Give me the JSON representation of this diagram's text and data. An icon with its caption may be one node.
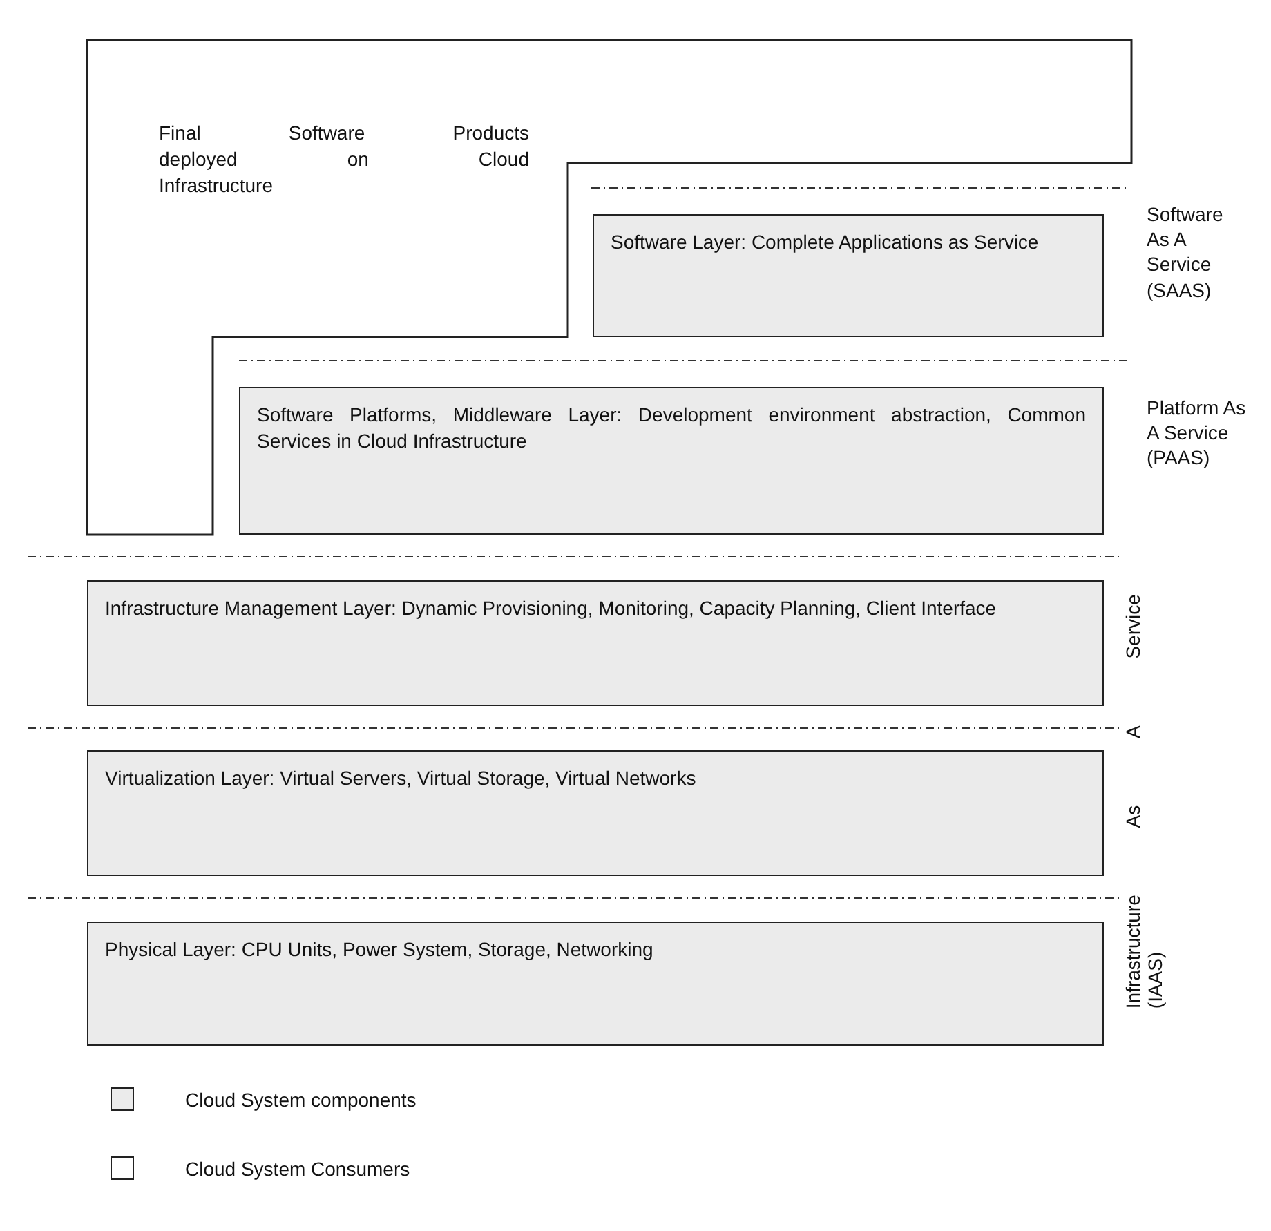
{
  "diagram": {
    "nodes": [
      {
        "text": [
          "Final Software Products deployed on Cloud Infrastructure"
        ]
      },
      {
        "text": [
          "Software Layer: Complete Applications as Service"
        ]
      },
      {
        "text": [
          "Software Platforms, Middleware Layer: Development environment abstraction, Common Services in Cloud Infrastructure"
        ]
      },
      {
        "text": [
          "Infrastructure Management Layer: Dynamic Provisioning, Monitoring, Capacity Planning, Client Interface"
        ]
      },
      {
        "text": [
          "Virtualization Layer: Virtual Servers, Virtual Storage, Virtual Networks"
        ]
      },
      {
        "text": [
          "Physical Layer: CPU Units, Power System, Storage, Networking"
        ]
      }
    ],
    "labels": [
      "Software As A Service (SAAS)",
      "Platform As A Service (PAAS)",
      "Infrastructure As A Service (IAAS)"
    ],
    "legend": [
      {
        "text": "Cloud System components",
        "color": "#ebebeb"
      },
      {
        "text": "Cloud System Consumers",
        "color": "#ffffff"
      }
    ]
  }
}
